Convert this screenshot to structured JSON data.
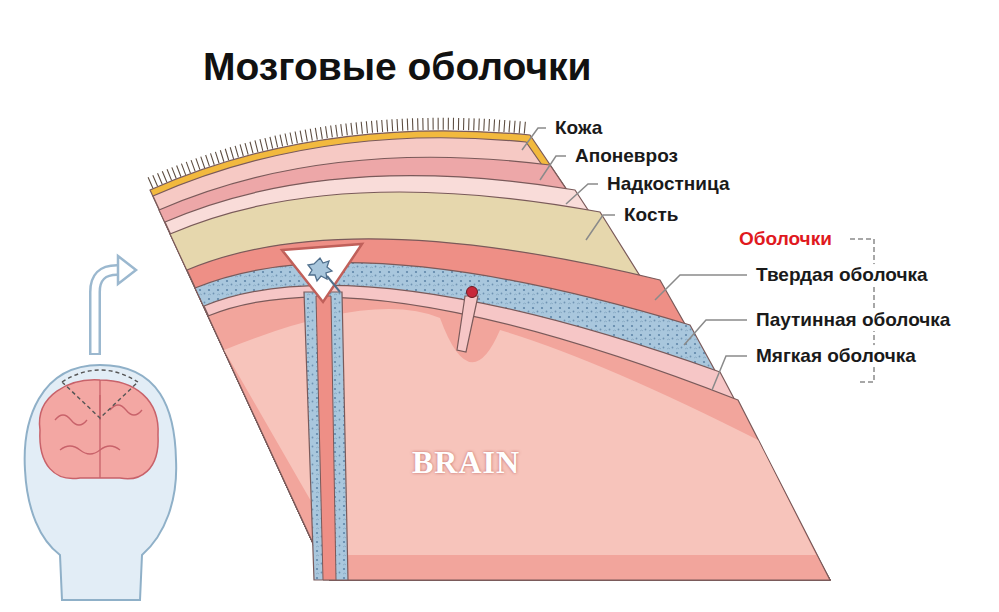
{
  "diagram": {
    "title": "Мозговые оболочки",
    "labels": [
      "Кожа",
      "Апоневроз",
      "Надкостница",
      "Кость",
      "Оболочки",
      "Твердая оболочка",
      "Паутинная оболочка",
      "Мягкая оболочка",
      "BRAIN"
    ]
  }
}
